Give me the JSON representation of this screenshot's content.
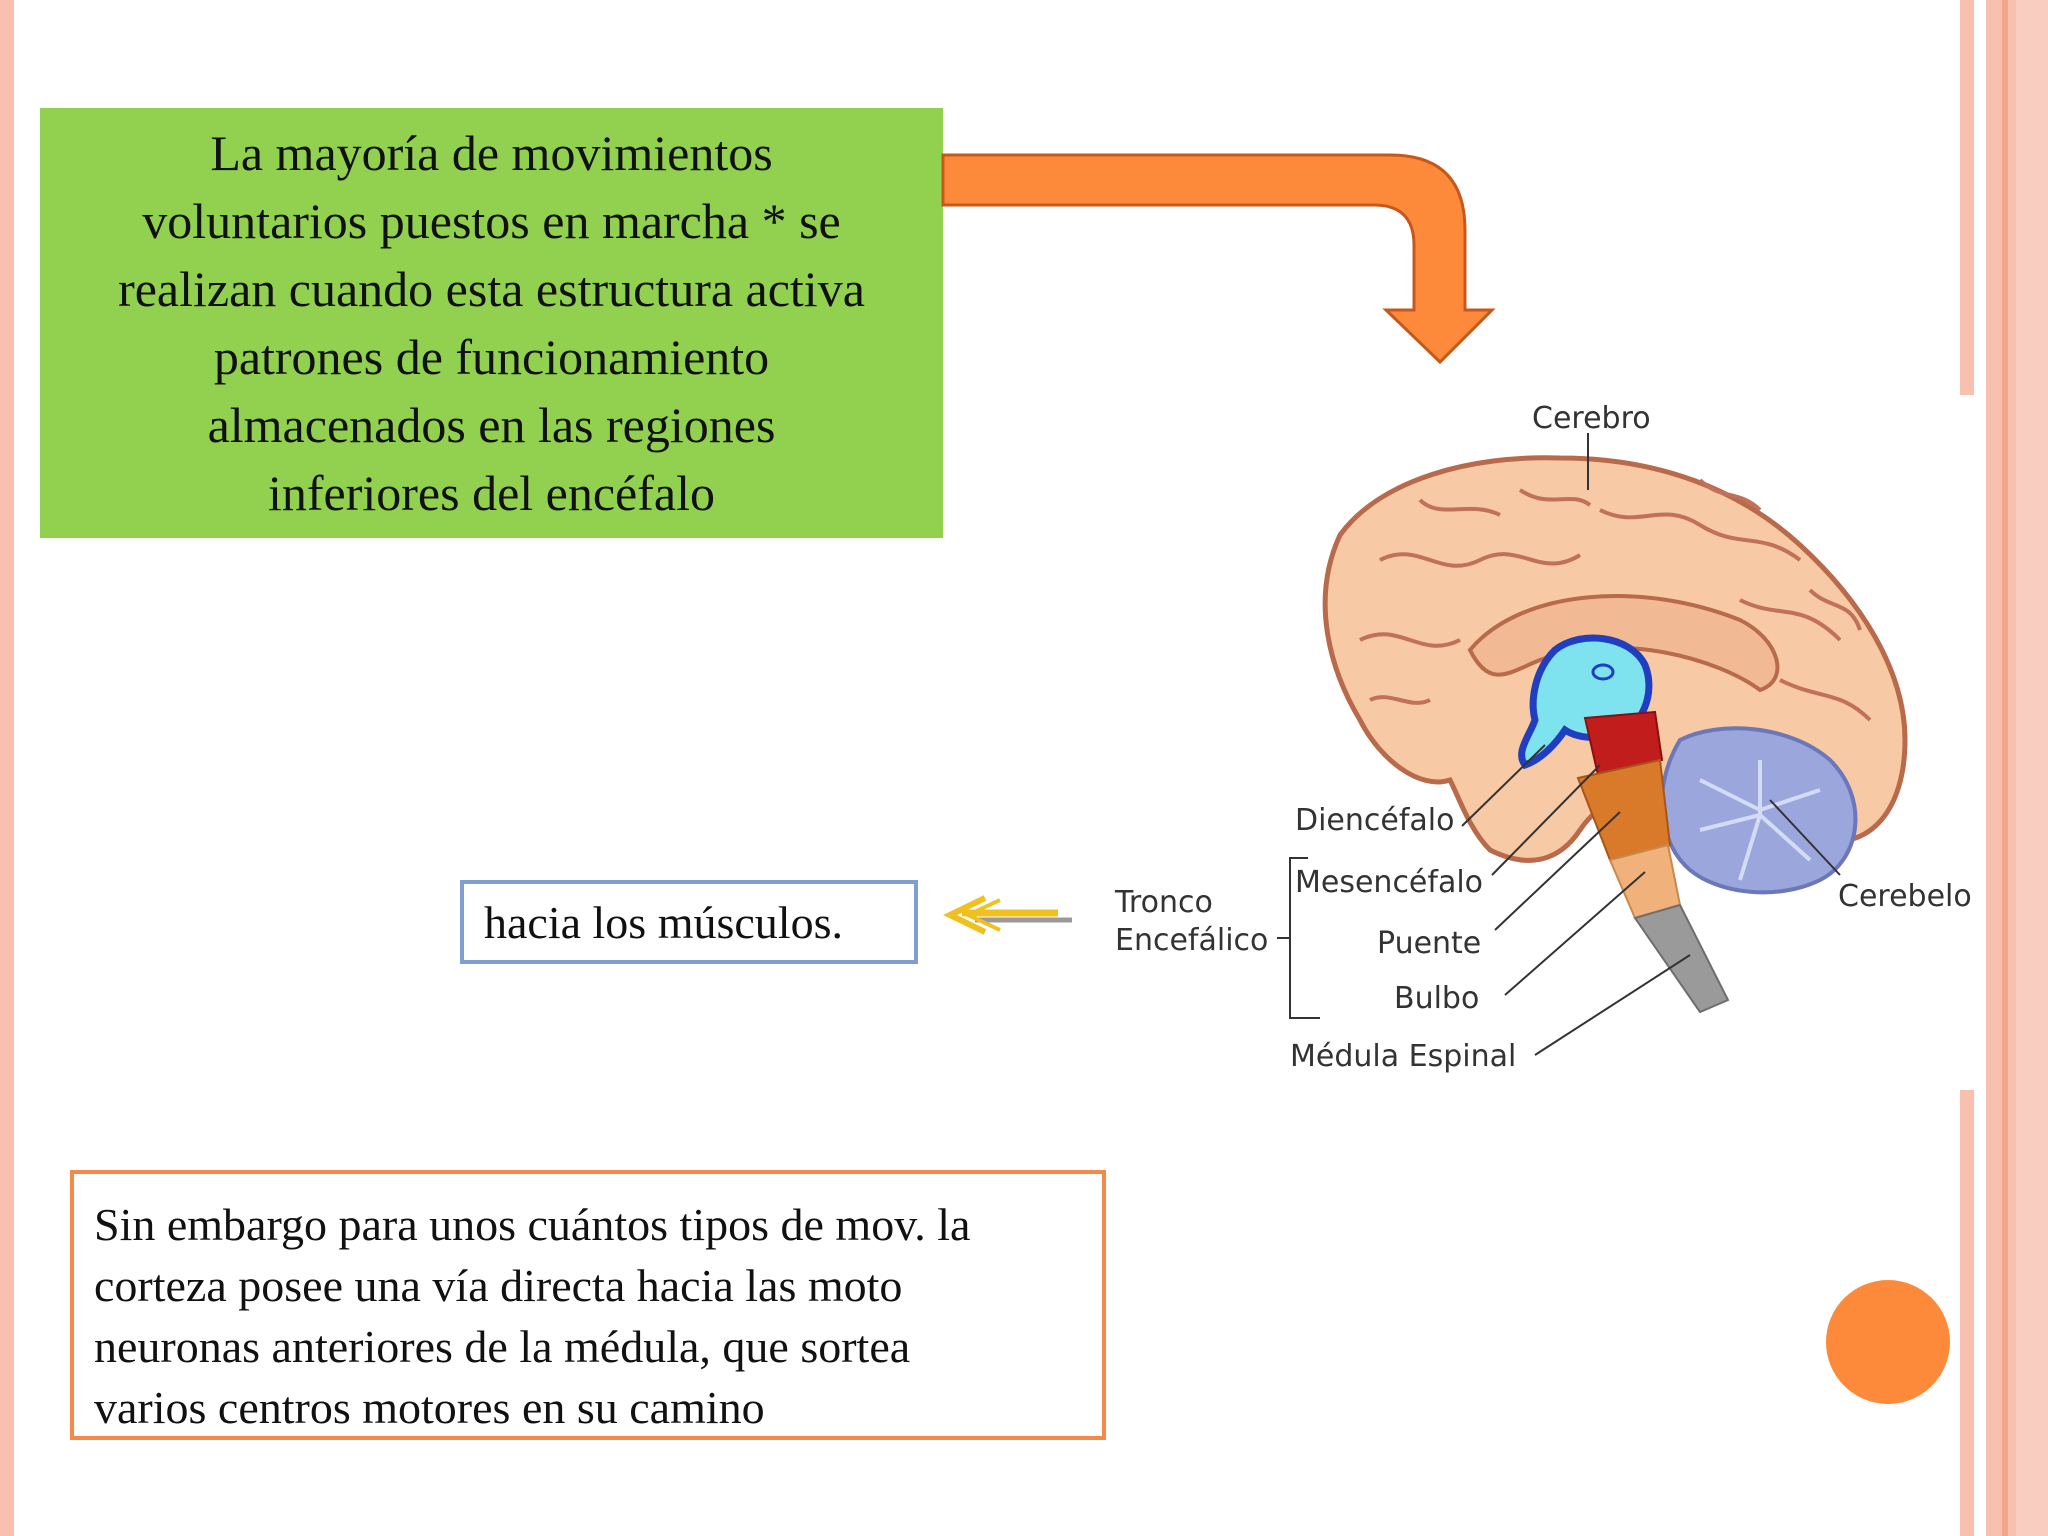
{
  "slide": {
    "green_box_lines": [
      "La mayoría de movimientos",
      "voluntarios puestos en marcha * se",
      "realizan cuando esta estructura activa",
      "patrones de funcionamiento",
      "almacenados en las regiones",
      "inferiores del encéfalo"
    ],
    "blue_box_text": "hacia los músculos.",
    "orange_box_lines": [
      "Sin embargo para unos cuántos tipos de mov. la",
      "corteza posee una vía directa hacia las moto",
      "neuronas anteriores de la médula, que sortea",
      "varios centros motores en su camino"
    ]
  },
  "brain_labels": {
    "cerebro": "Cerebro",
    "diencefalo": "Diencéfalo",
    "mesencefalo": "Mesencéfalo",
    "tronco": "Tronco",
    "encefalico": "Encefálico",
    "puente": "Puente",
    "bulbo": "Bulbo",
    "medula": "Médula Espinal",
    "cerebelo": "Cerebelo"
  },
  "colors": {
    "green_box": "#92d050",
    "blue_border": "#7f9fd4",
    "orange_border": "#f48a4a",
    "arrow_orange": "#fd8a3a",
    "accent_stripe": "#f8c0ae"
  }
}
